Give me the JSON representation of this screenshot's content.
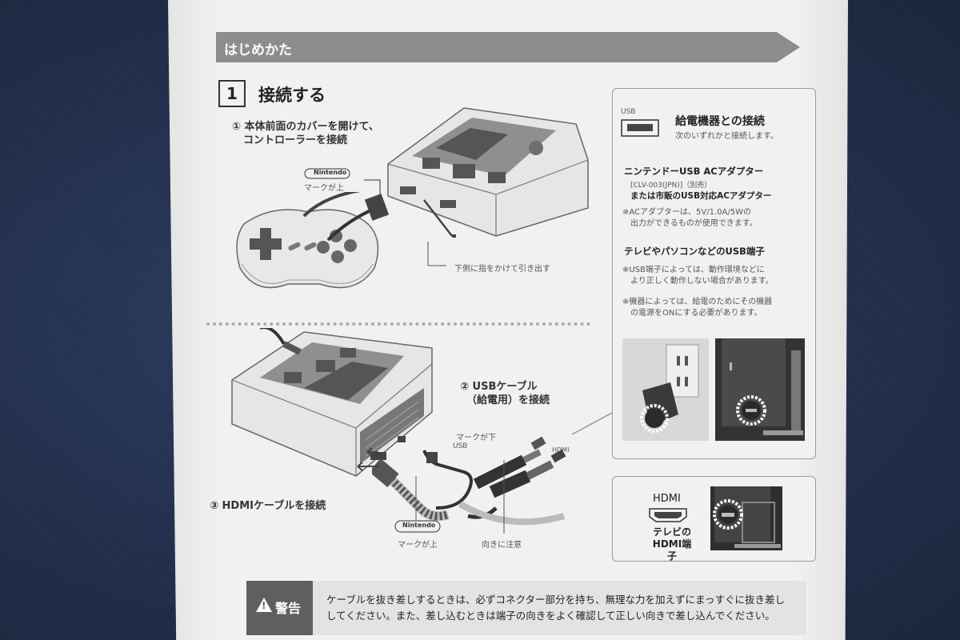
{
  "header": {
    "section_title": "はじめかた"
  },
  "step": {
    "number": "1",
    "title": "接続する"
  },
  "instructions": {
    "step1_line1": "① 本体前面のカバーを開けて、",
    "step1_line2": "コントローラーを接続",
    "mark_up_label_1": "マークが上",
    "pull_out_label": "下側に指をかけて引き出す",
    "step2_line1": "② USBケーブル",
    "step2_line2": "（給電用）を接続",
    "mark_down_label": "マークが下",
    "usb_label_small": "USB",
    "hdmi_label_small": "HDMI",
    "step3": "③ HDMIケーブルを接続",
    "mark_up_label_2": "マークが上",
    "orientation_note": "向きに注意",
    "nintendo_logo_1": "Nintendo",
    "nintendo_logo_2": "Nintendo"
  },
  "power_panel": {
    "usb_port_label": "USB",
    "title": "給電機器との接続",
    "subtitle": "次のいずれかと接続します。",
    "item1_title": "ニンテンドーUSB ACアダプター",
    "item1_model": "[CLV-003(JPN)]（別売）",
    "item1_alt": "または市販のUSB対応ACアダプター",
    "item1_note_line1": "※ACアダプターは、5V/1.0A/5Wの",
    "item1_note_line2": "出力ができるものが使用できます。",
    "item2_title": "テレビやパソコンなどのUSB端子",
    "item2_note1_line1": "※USB端子によっては、動作環境などに",
    "item2_note1_line2": "より正しく動作しない場合があります。",
    "item2_note2_line1": "※機器によっては、給電のためにその機器",
    "item2_note2_line2": "の電源をONにする必要があります。"
  },
  "hdmi_panel": {
    "label": "HDMI",
    "caption_line1": "テレビの",
    "caption_line2": "HDMI端子"
  },
  "warning": {
    "label": "警告",
    "text_line1": "ケーブルを抜き差しするときは、必ずコネクター部分を持ち、無理な力を加えずにまっすぐに抜き差し",
    "text_line2": "してください。また、差し込むときは端子の向きをよく確認して正しい向きで差し込んでください。"
  }
}
